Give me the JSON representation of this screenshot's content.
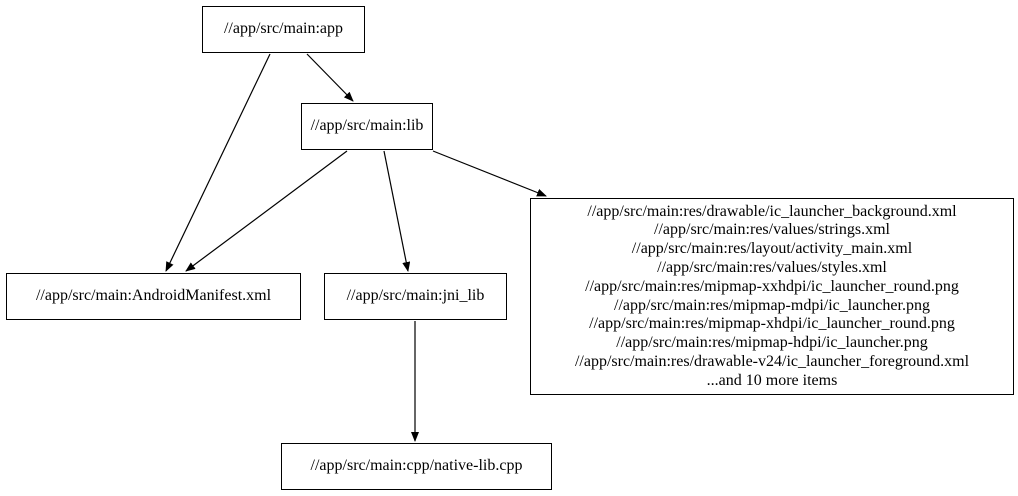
{
  "nodes": {
    "app": {
      "label": "//app/src/main:app"
    },
    "lib": {
      "label": "//app/src/main:lib"
    },
    "manifest": {
      "label": "//app/src/main:AndroidManifest.xml"
    },
    "jni_lib": {
      "label": "//app/src/main:jni_lib"
    },
    "native_cpp": {
      "label": "//app/src/main:cpp/native-lib.cpp"
    },
    "resources": {
      "lines": [
        "//app/src/main:res/drawable/ic_launcher_background.xml",
        "//app/src/main:res/values/strings.xml",
        "//app/src/main:res/layout/activity_main.xml",
        "//app/src/main:res/values/styles.xml",
        "//app/src/main:res/mipmap-xxhdpi/ic_launcher_round.png",
        "//app/src/main:res/mipmap-mdpi/ic_launcher.png",
        "//app/src/main:res/mipmap-xhdpi/ic_launcher_round.png",
        "//app/src/main:res/mipmap-hdpi/ic_launcher.png",
        "//app/src/main:res/drawable-v24/ic_launcher_foreground.xml",
        "...and 10 more items"
      ]
    }
  },
  "edges": [
    {
      "from": "app",
      "to": "lib"
    },
    {
      "from": "app",
      "to": "manifest"
    },
    {
      "from": "lib",
      "to": "manifest"
    },
    {
      "from": "lib",
      "to": "jni_lib"
    },
    {
      "from": "lib",
      "to": "resources"
    },
    {
      "from": "jni_lib",
      "to": "native_cpp"
    }
  ],
  "colors": {
    "stroke": "#000000",
    "fill": "#ffffff"
  }
}
